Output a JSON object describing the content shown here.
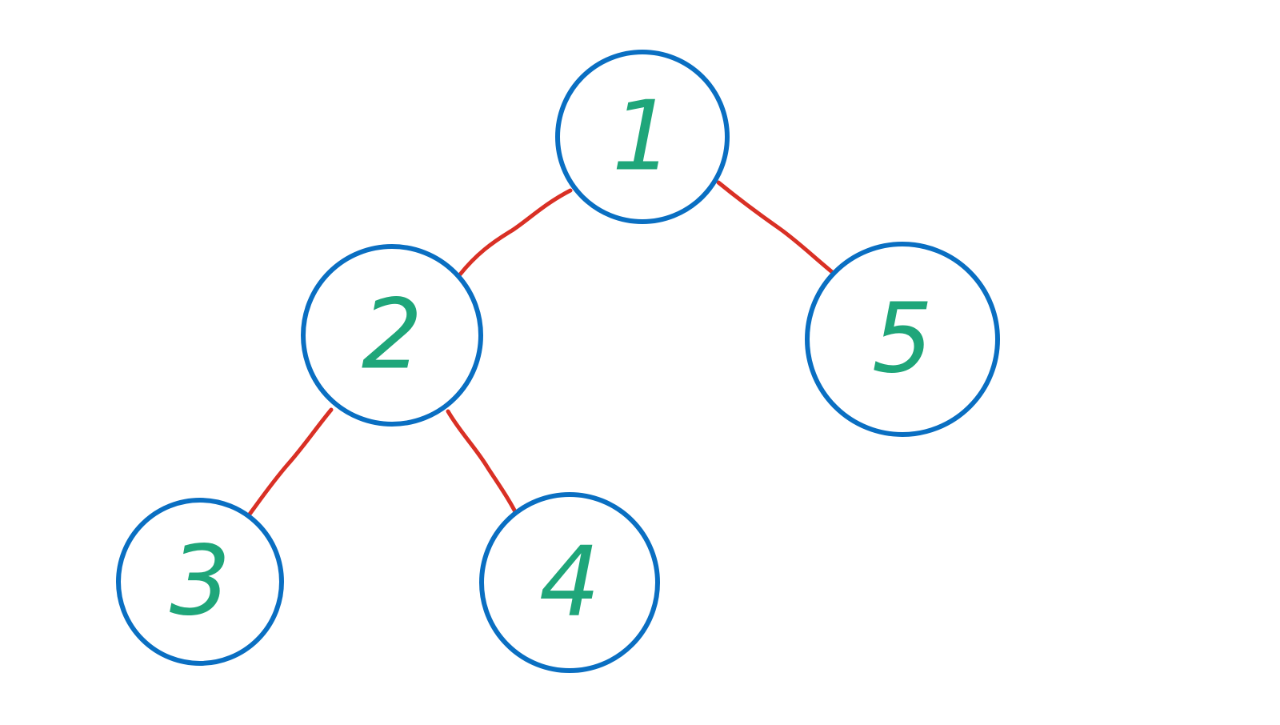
{
  "colors": {
    "edge": "#d93025",
    "node_stroke": "#0a6fc2",
    "label": "#1fa67a",
    "background": "#ffffff"
  },
  "tree": {
    "nodes": [
      {
        "id": "n1",
        "label": "1"
      },
      {
        "id": "n2",
        "label": "2"
      },
      {
        "id": "n3",
        "label": "3"
      },
      {
        "id": "n4",
        "label": "4"
      },
      {
        "id": "n5",
        "label": "5"
      }
    ],
    "edges": [
      {
        "from": "n1",
        "to": "n2"
      },
      {
        "from": "n1",
        "to": "n5"
      },
      {
        "from": "n2",
        "to": "n3"
      },
      {
        "from": "n2",
        "to": "n4"
      }
    ]
  }
}
